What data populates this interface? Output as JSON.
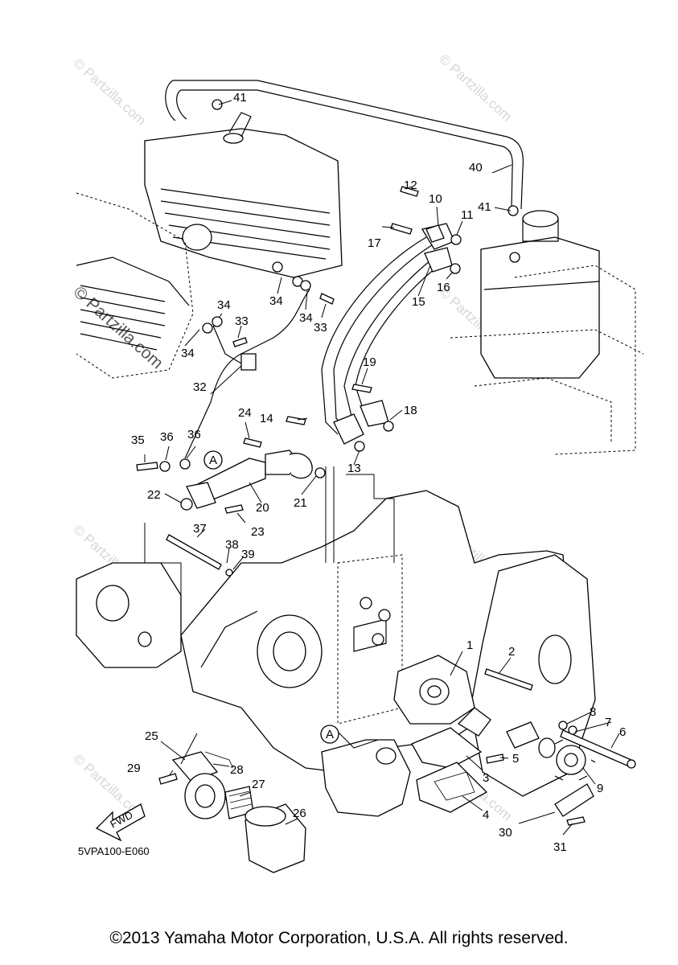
{
  "diagram": {
    "diagram_code": "5VPA100-E060",
    "fwd_label": "FWD",
    "ref_marker": "A",
    "part_callouts": [
      "1",
      "2",
      "3",
      "4",
      "5",
      "6",
      "7",
      "8",
      "9",
      "10",
      "11",
      "12",
      "13",
      "14",
      "15",
      "16",
      "17",
      "18",
      "19",
      "20",
      "21",
      "22",
      "23",
      "24",
      "25",
      "26",
      "27",
      "28",
      "29",
      "30",
      "31",
      "32",
      "33",
      "34",
      "35",
      "36",
      "37",
      "38",
      "39",
      "40",
      "41"
    ],
    "watermarks": [
      "© Partzilla.com"
    ]
  },
  "footer": {
    "copyright": "©2013 Yamaha Motor Corporation, U.S.A. All rights reserved."
  }
}
